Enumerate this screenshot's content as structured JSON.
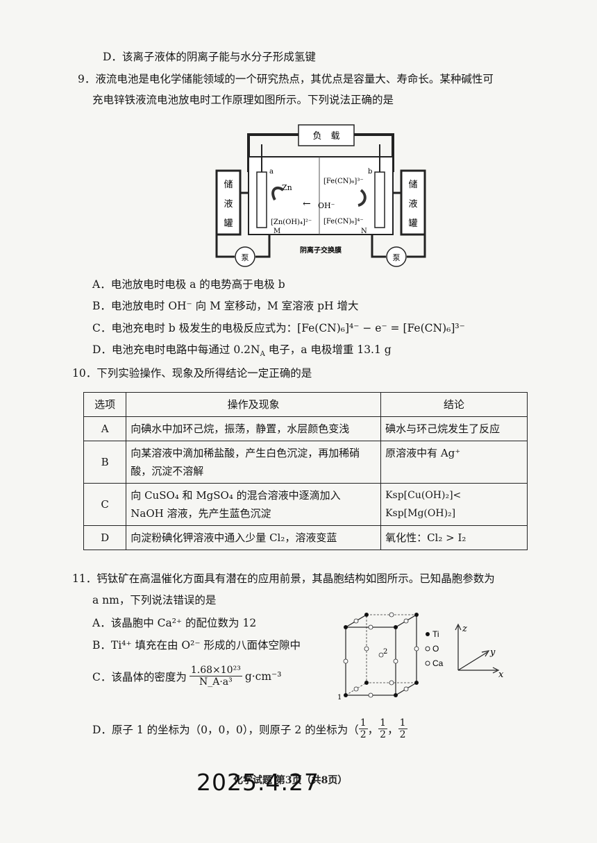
{
  "q8d": "D．该离子液体的阴离子能与水分子形成氢键",
  "q9": {
    "stem_line1": "9．液流电池是电化学储能领域的一个研究热点，其优点是容量大、寿命长。某种碱性可",
    "stem_line2": "充电锌铁液流电池放电时工作原理如图所示。下列说法正确的是",
    "diagram": {
      "load": "负　载",
      "tank_left": [
        "储",
        "液",
        "罐"
      ],
      "tank_right": [
        "储",
        "液",
        "罐"
      ],
      "pump": "泵",
      "electrode_a": "a",
      "electrode_b": "b",
      "zn": "Zn",
      "zn_oh4": "[Zn(OH)₄]²⁻",
      "fe_cn6_3": "[Fe(CN)₆]³⁻",
      "fe_cn6_4": "[Fe(CN)₆]⁴⁻",
      "oh": "OH⁻",
      "arrow_oh": "←",
      "room_m": "M",
      "room_n": "N",
      "membrane": "阴离子交换膜"
    },
    "options": {
      "A": "A．电池放电时电极 a 的电势高于电极 b",
      "B": "B．电池放电时 OH⁻ 向 M 室移动，M 室溶液 pH 增大",
      "C_prefix": "C．电池充电时 b 极发生的电极反应式为：",
      "C_formula": "[Fe(CN)₆]⁴⁻ − e⁻ = [Fe(CN)₆]³⁻",
      "D_prefix": "D．电池充电时电路中每通过 0.2N",
      "D_sub": "A",
      "D_suffix": " 电子，a 电极增重 13.1 g"
    }
  },
  "q10": {
    "stem": "10．下列实验操作、现象及所得结论一定正确的是",
    "headers": [
      "选项",
      "操作及现象",
      "结论"
    ],
    "rows": [
      {
        "opt": "A",
        "op": "向碘水中加环己烷，振荡，静置，水层颜色变浅",
        "con": "碘水与环己烷发生了反应"
      },
      {
        "opt": "B",
        "op": "向某溶液中滴加稀盐酸，产生白色沉淀，再加稀硝酸，沉淀不溶解",
        "con": "原溶液中有 Ag⁺"
      },
      {
        "opt": "C",
        "op": "向 CuSO₄ 和 MgSO₄ 的混合溶液中逐滴加入 NaOH 溶液，先产生蓝色沉淀",
        "con": "Ksp[Cu(OH)₂]< Ksp[Mg(OH)₂]"
      },
      {
        "opt": "D",
        "op": "向淀粉碘化钾溶液中通入少量 Cl₂，溶液变蓝",
        "con": "氧化性：Cl₂ > I₂"
      }
    ]
  },
  "q11": {
    "stem_line1": "11．钙钛矿在高温催化方面具有潜在的应用前景，其晶胞结构如图所示。已知晶胞参数为",
    "stem_line2": "a nm，下列说法错误的是",
    "A": "A．该晶胞中 Ca²⁺ 的配位数为 12",
    "B": "B．Ti⁴⁺ 填充在由 O²⁻ 形成的八面体空隙中",
    "C_prefix": "C．该晶体的密度为",
    "C_num": "1.68×10²³",
    "C_den": "N_A·a³",
    "C_unit": "g·cm⁻³",
    "D_prefix": "D．原子 1 的坐标为（0，0，0），则原子 2 的坐标为（",
    "D_half": "1",
    "D_two": "2",
    "D_sep": "，",
    "legend": {
      "ti": "Ti",
      "o": "O",
      "ca": "Ca"
    },
    "axes": {
      "z": "z",
      "y": "y",
      "x": "x"
    },
    "atom1": "1",
    "atom2": "2"
  },
  "footer": {
    "stamp": "2025.4.27",
    "page": "化学试题 第3页（共8页）"
  }
}
